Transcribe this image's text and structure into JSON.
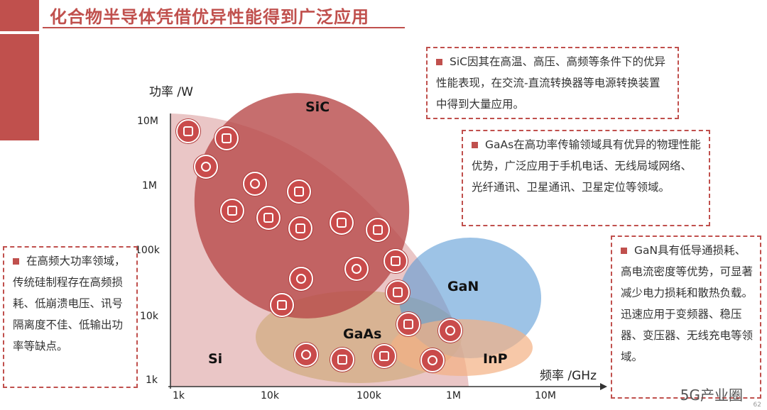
{
  "title": "化合物半导体凭借优异性能得到广泛应用",
  "axes": {
    "y_label": "功率 /W",
    "x_label": "频率 /GHz",
    "y_ticks": [
      "10M",
      "1M",
      "100k",
      "10k",
      "1k"
    ],
    "x_ticks": [
      "1k",
      "10k",
      "100k",
      "1M",
      "10M"
    ]
  },
  "regions": {
    "sic": "SiC",
    "gan": "GaN",
    "gaas": "GaAs",
    "inp": "InP",
    "si": "Si"
  },
  "boxes": {
    "sic_text": "SiC因其在高温、高压、高频等条件下的优异性能表现，在交流-直流转换器等电源转换装置中得到大量应用。",
    "gaas_text": "GaAs在高功率传输领域具有优异的物理性能优势，广泛应用于手机电话、无线局域网络、光纤通讯、卫星通讯、卫星定位等领域。",
    "gan_text": "GaN具有低导通损耗、高电流密度等优势，可显著减少电力损耗和散热负载。迅速应用于变频器、稳压器、变压器、无线充电等领域。",
    "si_text": "在高频大功率领域，传统硅制程存在高频损耗、低崩溃电压、讯号隔离度不佳、低输出功率等缺点。"
  },
  "watermark": "5G产业圈",
  "page_number": "62",
  "colors": {
    "accent": "#c0504d",
    "sic": "#b84a4a",
    "gan": "#5b9bd5",
    "gaas": "#c8a46a",
    "inp": "#f4b183",
    "si": "#d9a0a0"
  }
}
